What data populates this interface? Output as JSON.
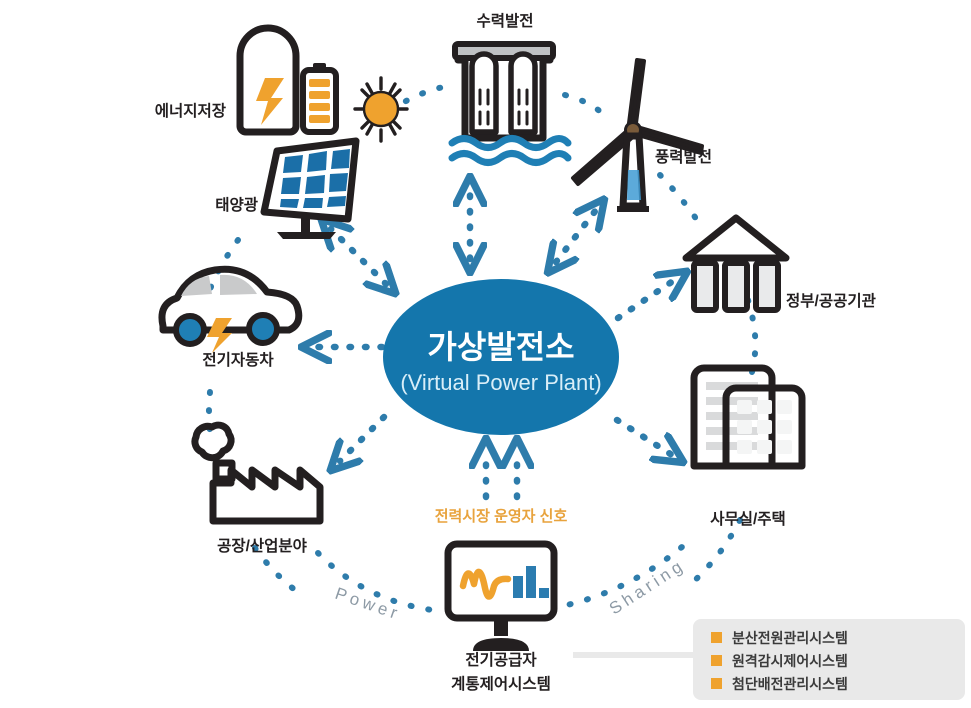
{
  "diagram": {
    "title_ko": "가상발전소",
    "title_en": "(Virtual Power Plant)",
    "center_color": "#1476ac",
    "accent_orange": "#efa22e",
    "accent_blue": "#1f7fb5",
    "dotted_blue": "#2e7cab",
    "signal_label": "전력시장 운영자 신호",
    "flow_left": "Power",
    "flow_right": "Sharing"
  },
  "nodes": [
    {
      "id": "energy-storage",
      "label": "에너지저장",
      "icon": "battery-icon"
    },
    {
      "id": "solar",
      "label": "태양광",
      "icon": "solar-panel-icon"
    },
    {
      "id": "hydro",
      "label": "수력발전",
      "icon": "dam-icon"
    },
    {
      "id": "wind",
      "label": "풍력발전",
      "icon": "wind-turbine-icon"
    },
    {
      "id": "government",
      "label": "정부/공공기관",
      "icon": "government-building-icon"
    },
    {
      "id": "office-home",
      "label": "사무실/주택",
      "icon": "buildings-icon"
    },
    {
      "id": "electric-vehicle",
      "label": "전기자동차",
      "icon": "electric-car-icon"
    },
    {
      "id": "factory",
      "label": "공장/산업분야",
      "icon": "factory-icon"
    },
    {
      "id": "supplier-control",
      "label_line1": "전기공급자",
      "label_line2": "계통제어시스템",
      "icon": "monitor-chart-icon"
    }
  ],
  "legend": {
    "bullet_color": "#efa22e",
    "box_color": "#e9e9e9",
    "items": [
      {
        "label": "분산전원관리시스템"
      },
      {
        "label": "원격감시제어시스템"
      },
      {
        "label": "첨단배전관리시스템"
      }
    ]
  }
}
